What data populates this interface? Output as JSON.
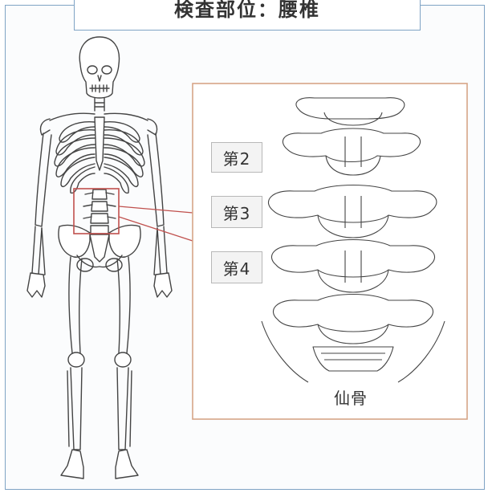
{
  "header": {
    "title": "検査部位：腰椎"
  },
  "zoom_panel": {
    "vertebra_labels": [
      "第2",
      "第3",
      "第4"
    ],
    "sacrum_label": "仙骨"
  },
  "colors": {
    "frame_border": "#7fa3c4",
    "zoom_border": "#d6a587",
    "highlight_box": "#c0504d",
    "bone_outline": "#444444"
  },
  "icons": {
    "skeleton": "human-skeleton-figure",
    "spine": "lumbar-spine-drawing"
  }
}
